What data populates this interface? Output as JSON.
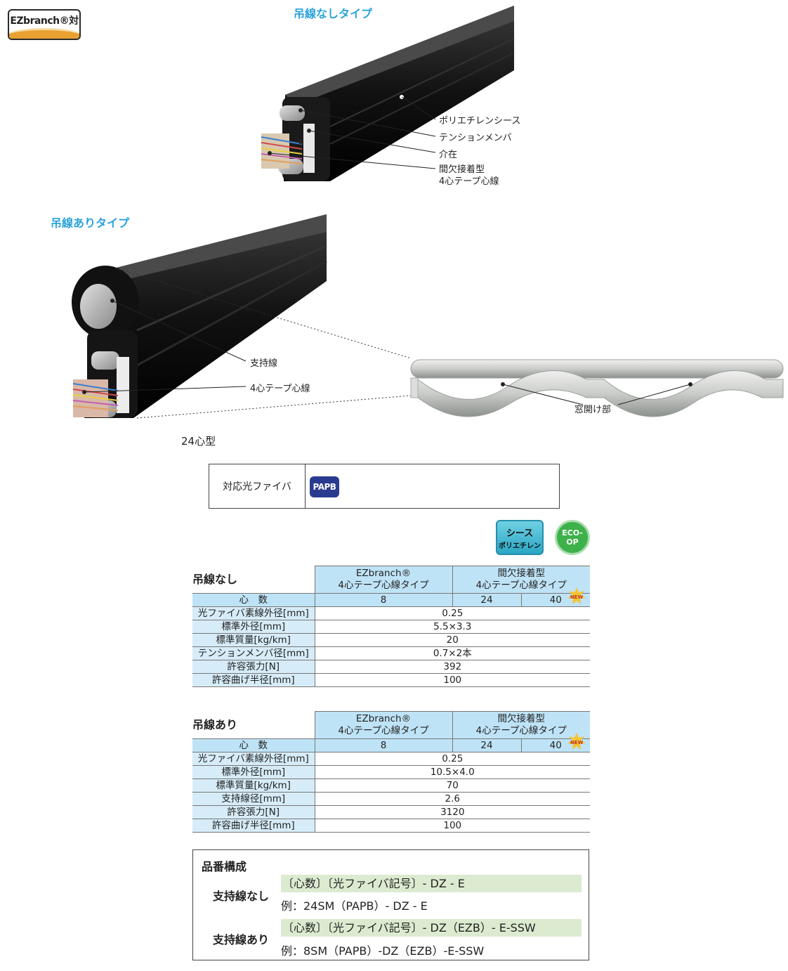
{
  "badge": {
    "ezbranch": "EZbranch®対応"
  },
  "type_no_support": {
    "title": "吊線なしタイプ",
    "labels": [
      "ポリエチレンシース",
      "テンションメンバ",
      "介在",
      "間欠接着型",
      "4心テープ心線"
    ]
  },
  "type_with_support": {
    "title": "吊線ありタイプ",
    "labels": [
      "支持線",
      "4心テープ心線"
    ],
    "window_label": "窓開け部",
    "model": "24心型"
  },
  "fiber": {
    "label": "対応光ファイバ",
    "code": "PAPB"
  },
  "icons": {
    "sheath_line1": "シース",
    "sheath_line2": "ポリエチレン",
    "eco_line1": "ECO-",
    "eco_line2": "OP",
    "new": "NEW"
  },
  "colors": {
    "accent_blue": "#2aa3dc",
    "header_blue": "#bfe3f6",
    "row_blue": "#d6ecf8",
    "green_code": "#dcebd0"
  },
  "table_no_support": {
    "title": "吊線なし",
    "col1_line1": "EZbranch®",
    "col1_line2": "4心テープ心線タイプ",
    "col2_line1": "間欠接着型",
    "col2_line2": "4心テープ心線タイプ",
    "cores_label": "心　数",
    "cores": [
      "8",
      "24",
      "40"
    ],
    "rows": [
      {
        "label": "光ファイバ素線外径[mm]",
        "value": "0.25"
      },
      {
        "label": "標準外径[mm]",
        "value": "5.5×3.3"
      },
      {
        "label": "標準質量[kg/km]",
        "value": "20"
      },
      {
        "label": "テンションメンバ径[mm]",
        "value": "0.7×2本"
      },
      {
        "label": "許容張力[N]",
        "value": "392"
      },
      {
        "label": "許容曲げ半径[mm]",
        "value": "100"
      }
    ]
  },
  "table_with_support": {
    "title": "吊線あり",
    "col1_line1": "EZbranch®",
    "col1_line2": "4心テープ心線タイプ",
    "col2_line1": "間欠接着型",
    "col2_line2": "4心テープ心線タイプ",
    "cores_label": "心　数",
    "cores": [
      "8",
      "24",
      "40"
    ],
    "rows": [
      {
        "label": "光ファイバ素線外径[mm]",
        "value": "0.25"
      },
      {
        "label": "標準外径[mm]",
        "value": "10.5×4.0"
      },
      {
        "label": "標準質量[kg/km]",
        "value": "70"
      },
      {
        "label": "支持線径[mm]",
        "value": "2.6"
      },
      {
        "label": "許容張力[N]",
        "value": "3120"
      },
      {
        "label": "許容曲げ半径[mm]",
        "value": "100"
      }
    ]
  },
  "part_number": {
    "title": "品番構成",
    "no_support_label": "支持線なし",
    "no_support_code": "〔心数〕〔光ファイバ記号〕- DZ - E",
    "no_support_example": "例：24SM（PAPB）- DZ - E",
    "with_support_label": "支持線あり",
    "with_support_code": "〔心数〕〔光ファイバ記号〕- DZ（EZB）- E-SSW",
    "with_support_example": "例：8SM（PAPB）-DZ（EZB）-E-SSW"
  }
}
